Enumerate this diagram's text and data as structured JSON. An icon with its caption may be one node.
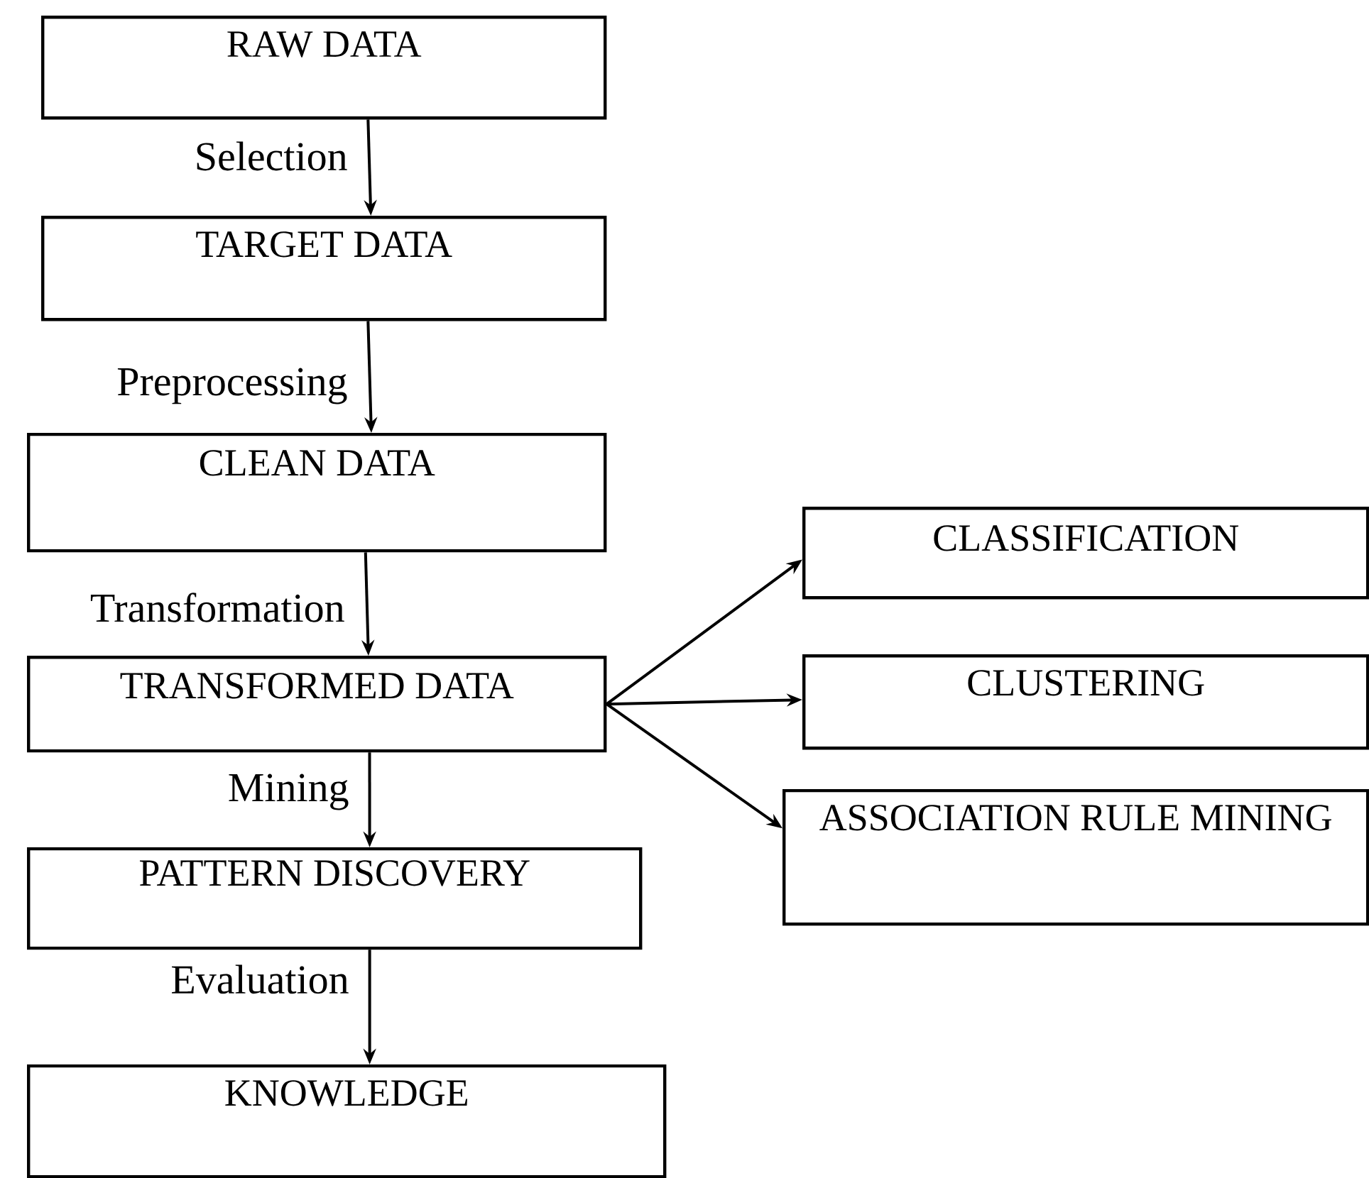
{
  "diagram": {
    "nodes": [
      {
        "text": [
          "RAW DATA"
        ]
      },
      {
        "text": [
          "TARGET DATA"
        ]
      },
      {
        "text": [
          "CLEAN DATA"
        ]
      },
      {
        "text": [
          "TRANSFORMED DATA"
        ]
      },
      {
        "text": [
          "PATTERN DISCOVERY"
        ]
      },
      {
        "text": [
          "KNOWLEDGE"
        ]
      },
      {
        "text": [
          "CLASSIFICATION"
        ]
      },
      {
        "text": [
          "CLUSTERING"
        ]
      },
      {
        "text": [
          "ASSOCIATION RULE MINING"
        ]
      }
    ],
    "edges": [
      {
        "from": 0,
        "to": 1,
        "arrow": "to",
        "label": "Selection"
      },
      {
        "from": 1,
        "to": 2,
        "arrow": "to",
        "label": "Preprocessing"
      },
      {
        "from": 2,
        "to": 3,
        "arrow": "to",
        "label": "Transformation"
      },
      {
        "from": 3,
        "to": 4,
        "arrow": "to",
        "label": "Mining"
      },
      {
        "from": 4,
        "to": 5,
        "arrow": "to",
        "label": "Evaluation"
      },
      {
        "from": 3,
        "to": 6,
        "arrow": "to"
      },
      {
        "from": 3,
        "to": 7,
        "arrow": "to"
      },
      {
        "from": 3,
        "to": 8,
        "arrow": "to"
      }
    ]
  }
}
